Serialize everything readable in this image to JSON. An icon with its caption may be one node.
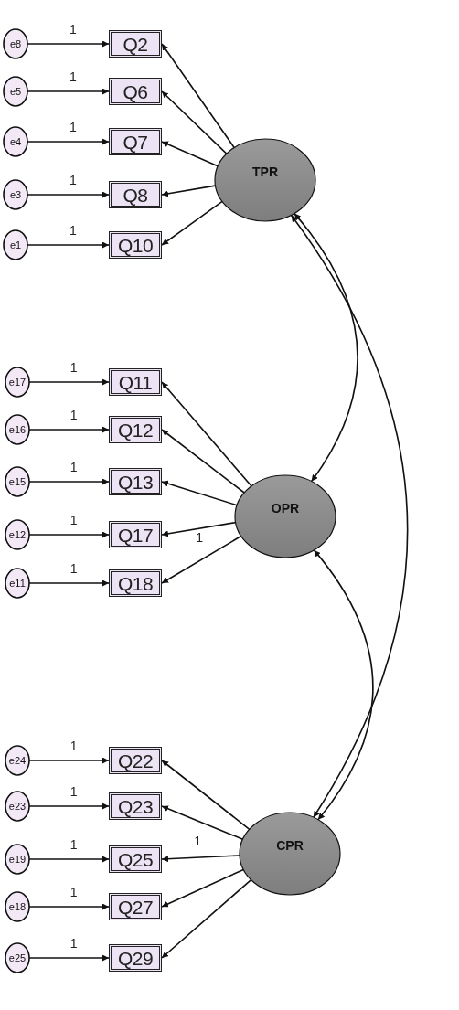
{
  "diagram": {
    "nodes": [
      {
        "text": [
          "e8"
        ]
      },
      {
        "text": [
          "Q2"
        ]
      },
      {
        "text": [
          "e5"
        ]
      },
      {
        "text": [
          "Q6"
        ]
      },
      {
        "text": [
          "e4"
        ]
      },
      {
        "text": [
          "Q7"
        ]
      },
      {
        "text": [
          "TPR"
        ]
      },
      {
        "text": [
          "e3"
        ]
      },
      {
        "text": [
          "Q8"
        ]
      },
      {
        "text": [
          "e1"
        ]
      },
      {
        "text": [
          "Q10"
        ]
      },
      {
        "text": [
          "e17"
        ]
      },
      {
        "text": [
          "Q11"
        ]
      },
      {
        "text": [
          "e16"
        ]
      },
      {
        "text": [
          "Q12"
        ]
      },
      {
        "text": [
          "e15"
        ]
      },
      {
        "text": [
          "Q13"
        ]
      },
      {
        "text": [
          "OPR"
        ]
      },
      {
        "text": [
          "e12"
        ]
      },
      {
        "text": [
          "Q17"
        ]
      },
      {
        "text": [
          "e11"
        ]
      },
      {
        "text": [
          "Q18"
        ]
      },
      {
        "text": [
          "e24"
        ]
      },
      {
        "text": [
          "Q22"
        ]
      },
      {
        "text": [
          "e23"
        ]
      },
      {
        "text": [
          "Q23"
        ]
      },
      {
        "text": [
          "e19"
        ]
      },
      {
        "text": [
          "Q25"
        ]
      },
      {
        "text": [
          "CPR"
        ]
      },
      {
        "text": [
          "e18"
        ]
      },
      {
        "text": [
          "Q27"
        ]
      },
      {
        "text": [
          "e25"
        ]
      },
      {
        "text": [
          "Q29"
        ]
      }
    ],
    "edges": [
      {
        "from": 0,
        "to": 1,
        "arrow": "to",
        "label": "1"
      },
      {
        "from": 2,
        "to": 3,
        "arrow": "to",
        "label": "1"
      },
      {
        "from": 4,
        "to": 5,
        "arrow": "to",
        "label": "1"
      },
      {
        "from": 7,
        "to": 8,
        "arrow": "to",
        "label": "1"
      },
      {
        "from": 9,
        "to": 10,
        "arrow": "to",
        "label": "1"
      },
      {
        "from": 6,
        "to": 1,
        "arrow": "to"
      },
      {
        "from": 6,
        "to": 3,
        "arrow": "to"
      },
      {
        "from": 6,
        "to": 5,
        "arrow": "to"
      },
      {
        "from": 6,
        "to": 8,
        "arrow": "to"
      },
      {
        "from": 6,
        "to": 10,
        "arrow": "to"
      },
      {
        "from": 11,
        "to": 12,
        "arrow": "to",
        "label": "1"
      },
      {
        "from": 13,
        "to": 14,
        "arrow": "to",
        "label": "1"
      },
      {
        "from": 15,
        "to": 16,
        "arrow": "to",
        "label": "1"
      },
      {
        "from": 18,
        "to": 19,
        "arrow": "to",
        "label": "1"
      },
      {
        "from": 20,
        "to": 21,
        "arrow": "to",
        "label": "1"
      },
      {
        "from": 17,
        "to": 12,
        "arrow": "to"
      },
      {
        "from": 17,
        "to": 14,
        "arrow": "to"
      },
      {
        "from": 17,
        "to": 16,
        "arrow": "to"
      },
      {
        "from": 17,
        "to": 19,
        "arrow": "to",
        "label": "1"
      },
      {
        "from": 17,
        "to": 21,
        "arrow": "to"
      },
      {
        "from": 22,
        "to": 23,
        "arrow": "to",
        "label": "1"
      },
      {
        "from": 24,
        "to": 25,
        "arrow": "to",
        "label": "1"
      },
      {
        "from": 26,
        "to": 27,
        "arrow": "to",
        "label": "1"
      },
      {
        "from": 29,
        "to": 30,
        "arrow": "to",
        "label": "1"
      },
      {
        "from": 31,
        "to": 32,
        "arrow": "to",
        "label": "1"
      },
      {
        "from": 28,
        "to": 23,
        "arrow": "to"
      },
      {
        "from": 28,
        "to": 25,
        "arrow": "to"
      },
      {
        "from": 28,
        "to": 27,
        "arrow": "to",
        "label": "1"
      },
      {
        "from": 28,
        "to": 30,
        "arrow": "to"
      },
      {
        "from": 28,
        "to": 32,
        "arrow": "to"
      },
      {
        "from": 6,
        "to": 17,
        "arrow": "both"
      },
      {
        "from": 17,
        "to": 28,
        "arrow": "both"
      },
      {
        "from": 6,
        "to": 28,
        "arrow": "both"
      }
    ]
  }
}
